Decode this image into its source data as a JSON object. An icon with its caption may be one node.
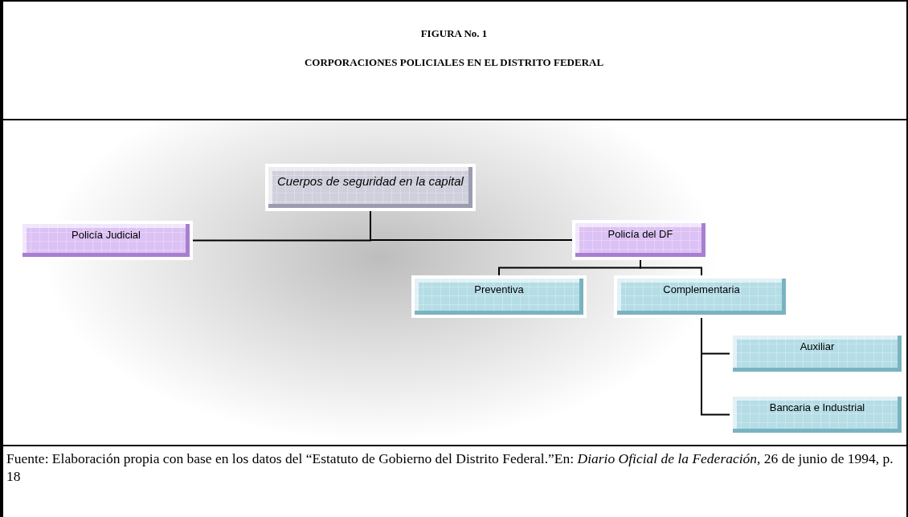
{
  "diagram": {
    "title": "FIGURA No. 1",
    "labels": [
      "CORPORACIONES POLICIALES EN EL DISTRITO FEDERAL"
    ],
    "caption": "Fuente: Elaboración propia con base en los datos del “Estatuto de Gobierno del Distrito Federal.”En: *Diario Oficial de la Federación*, 26 de junio de 1994, p. 18",
    "nodes": [
      {
        "text": [
          "Cuerpos de seguridad en la capital"
        ]
      },
      {
        "text": [
          "Policía Judicial"
        ]
      },
      {
        "text": [
          "Policía del DF"
        ]
      },
      {
        "text": [
          "Preventiva"
        ]
      },
      {
        "text": [
          "Complementaria"
        ]
      },
      {
        "text": [
          "Auxiliar"
        ]
      },
      {
        "text": [
          "Bancaria e Industrial"
        ]
      }
    ],
    "edges": [
      {
        "from": 0,
        "to": 1,
        "arrow": "none"
      },
      {
        "from": 0,
        "to": 2,
        "arrow": "none"
      },
      {
        "from": 2,
        "to": 3,
        "arrow": "none"
      },
      {
        "from": 2,
        "to": 4,
        "arrow": "none"
      },
      {
        "from": 4,
        "to": 5,
        "arrow": "none"
      },
      {
        "from": 4,
        "to": 6,
        "arrow": "none"
      }
    ]
  }
}
